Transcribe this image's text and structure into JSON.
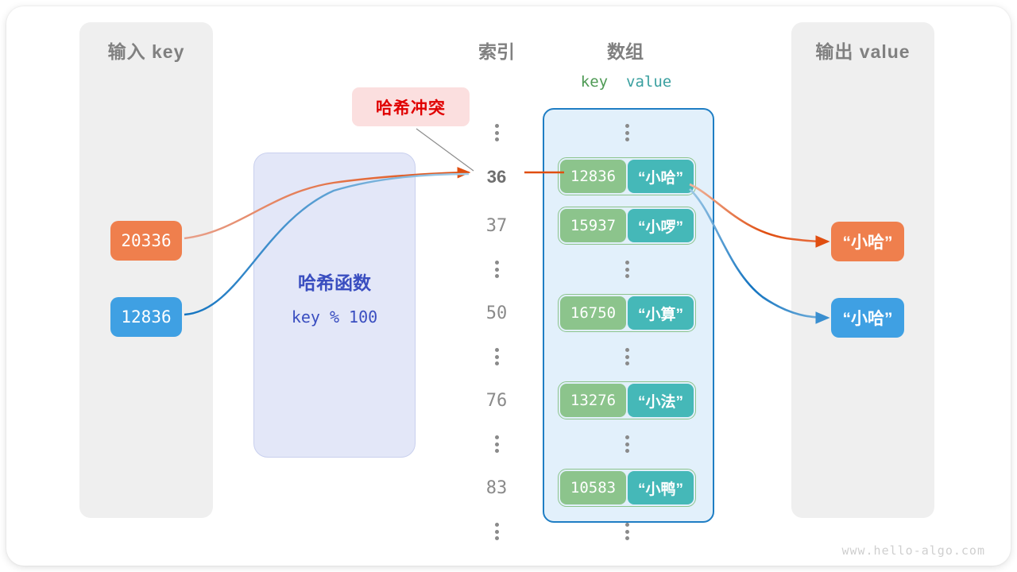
{
  "panels": {
    "input": {
      "title": "输入 key"
    },
    "output": {
      "title": "输出 value"
    }
  },
  "headers": {
    "index": "索引",
    "array": "数组",
    "key": "key",
    "value": "value"
  },
  "hash_function": {
    "name": "哈希函数",
    "expression": "key % 100"
  },
  "collision": {
    "label": "哈希冲突",
    "color": "#e00000",
    "background": "#fbdfdf"
  },
  "input_keys": [
    {
      "value": "20336",
      "color": "#ef7f4d"
    },
    {
      "value": "12836",
      "color": "#3fa0e3"
    }
  ],
  "output_values": [
    {
      "value": "“小哈”",
      "color": "#ef7f4d"
    },
    {
      "value": "“小哈”",
      "color": "#3fa0e3"
    }
  ],
  "array_rows": [
    {
      "kind": "dots"
    },
    {
      "kind": "entry",
      "index": "36",
      "highlight": true,
      "key": "12836",
      "value": "“小哈”"
    },
    {
      "kind": "entry",
      "index": "37",
      "highlight": false,
      "key": "15937",
      "value": "“小啰”"
    },
    {
      "kind": "dots"
    },
    {
      "kind": "entry",
      "index": "50",
      "highlight": false,
      "key": "16750",
      "value": "“小算”"
    },
    {
      "kind": "dots"
    },
    {
      "kind": "entry",
      "index": "76",
      "highlight": false,
      "key": "13276",
      "value": "“小法”"
    },
    {
      "kind": "dots"
    },
    {
      "kind": "entry",
      "index": "83",
      "highlight": false,
      "key": "10583",
      "value": "“小鸭”"
    },
    {
      "kind": "dots"
    }
  ],
  "colors": {
    "key_cell": "#8cc48c",
    "value_cell": "#45b8b8",
    "array_container_bg": "#e2f0fb",
    "array_container_border": "#1f7ec4",
    "hash_box_bg": "#e3e7f8",
    "hash_text": "#3a4ec0",
    "panel_bg": "#efefef",
    "orange": "#ef7f4d",
    "orange_wire": "#e04e10",
    "blue": "#3fa0e3",
    "blue_wire": "#1273c0"
  },
  "watermark": "www.hello-algo.com"
}
